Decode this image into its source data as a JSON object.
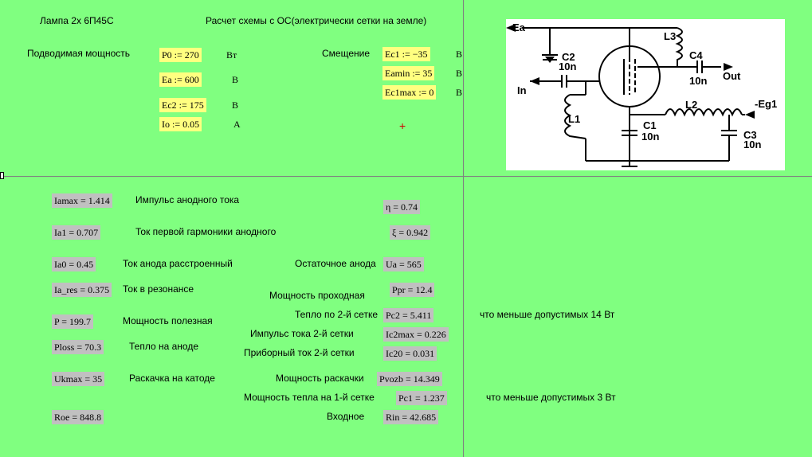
{
  "header": {
    "lamp": "Лампа 2х 6П45С",
    "calc_title": "Расчет схемы с ОС(электрически сетки на земле)"
  },
  "inputs": {
    "power_label": "Подводимая мощность",
    "bias_label": "Смещение",
    "p0": "P0 := 270",
    "p0_unit": "Вт",
    "ea": "Ea := 600",
    "ea_unit": "В",
    "ec2": "Ec2 := 175",
    "ec2_unit": "В",
    "io": "Io := 0.05",
    "io_unit": "А",
    "ec1": "Ec1 := −35",
    "ec1_unit": "В",
    "eamin": "Eamin := 35",
    "eamin_unit": "В",
    "ec1max": "Ec1max := 0",
    "ec1max_unit": "В"
  },
  "results": {
    "iamax": "Iamax = 1.414",
    "iamax_label": "Импульс анодного тока",
    "ia1": "Ia1 = 0.707",
    "ia1_label": "Ток первой гармоники анодного",
    "ia0": "Ia0 = 0.45",
    "ia0_label": "Ток анода расстроенный",
    "ia_res": "Ia_res = 0.375",
    "ia_res_label": "Ток в резонансе",
    "p": "P = 199.7",
    "p_label": "Мощность полезная",
    "ploss": "Ploss = 70.3",
    "ploss_label": "Тепло на аноде",
    "ukmax": "Ukmax = 35",
    "ukmax_label": "Раскачка на катоде",
    "roe": "Roe = 848.8",
    "eta": "η = 0.74",
    "xi": "ξ = 0.942",
    "ua": "Ua = 565",
    "ua_label": "Остаточное анода",
    "ppr": "Ppr = 12.4",
    "ppr_label": "Мощность проходная",
    "pc2": "Pc2 = 5.411",
    "pc2_label": "Тепло по 2-й сетке",
    "pc2_note": "что меньше допустимых 14 Вт",
    "ic2max": "Ic2max = 0.226",
    "ic2max_label": "Импульс тока 2-й сетки",
    "ic20": "Ic20 = 0.031",
    "ic20_label": "Приборный ток 2-й сетки",
    "pvozb": "Pvozb = 14.349",
    "pvozb_label": "Мощность раскачки",
    "pc1": "Pc1 = 1.237",
    "pc1_label": "Мощность тепла на 1-й сетке",
    "pc1_note": "что меньше допустимых 3 Вт",
    "rin": "Rin = 42.685",
    "rin_label": "Входное"
  },
  "schematic": {
    "ea": "Ea",
    "c2": "C2",
    "c2v": "10n",
    "l3": "L3",
    "c4": "C4",
    "c4v": "10n",
    "out": "Out",
    "in": "In",
    "l2": "L2",
    "eg1": "-Eg1",
    "l1": "L1",
    "c1": "C1",
    "c1v": "10n",
    "c3": "C3",
    "c3v": "10n"
  },
  "colors": {
    "background": "#80ff80",
    "definition": "#ffff80",
    "result": "#c0c0c0",
    "cursor": "#d00000"
  }
}
